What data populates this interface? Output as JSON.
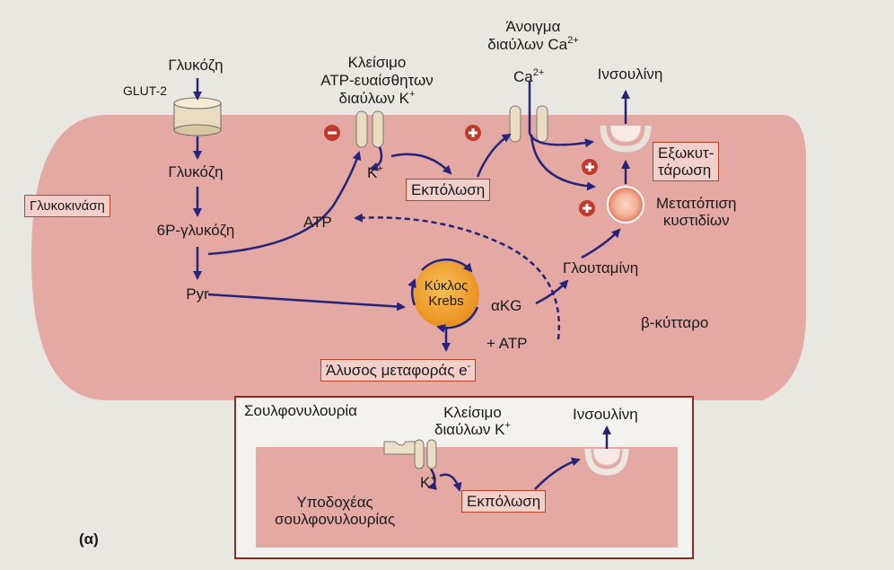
{
  "labels": {
    "glucose_top": "Γλυκόζη",
    "glut2": "GLUT-2",
    "glucose_in": "Γλυκόζη",
    "glucokinase": "Γλυκοκινάση",
    "g6p": "6P-γλυκόζη",
    "pyr": "Pyr",
    "atp_channel_closing": "Κλείσιμο\nATP-ευαίσθητων\nδιαύλων K",
    "atp_channel_sup": "+",
    "ca_opening_line1": "Άνοιγμα",
    "ca_opening_line2": "διαύλων Ca",
    "ca_opening_sup": "2+",
    "ca_ion": "Ca",
    "ca_ion_sup": "2+",
    "insulin_top": "Ινσουλίνη",
    "k_ion": "K",
    "k_ion_sup": "+",
    "depolarization": "Εκπόλωση",
    "exocytosis": "Εξωκυτ-\nτάρωση",
    "vesicle_translocation": "Μετατόπιση\nκυστιδίων",
    "atp_mid": "ATP",
    "glutamine": "Γλουταμίνη",
    "krebs": "Κύκλος\nKrebs",
    "akg": "αKG",
    "plus_atp": "+ ATP",
    "beta_cell": "β-κύτταρο",
    "electron_chain": "Άλυσος μεταφοράς e",
    "electron_sup": "-",
    "minus_sign": "−",
    "plus_sign": "+"
  },
  "inset": {
    "sulfonylurea": "Σουλφονυλουρία",
    "k_closing": "Κλείσιμο\nδιαύλων K",
    "k_closing_sup": "+",
    "insulin": "Ινσουλίνη",
    "k_ion": "K",
    "k_ion_sup": "+",
    "depolarization": "Εκπόλωση",
    "receptor": "Υποδοχέας\nσουλφονυλουρίας"
  },
  "panel_label": "(α)",
  "colors": {
    "cell_fill": "#e4a9a3",
    "arrow": "#27237a",
    "box_border": "#b8432c",
    "sign_red": "#c0392b",
    "krebs_orange": "#f0a22f",
    "channel": "#e9dcc0"
  }
}
